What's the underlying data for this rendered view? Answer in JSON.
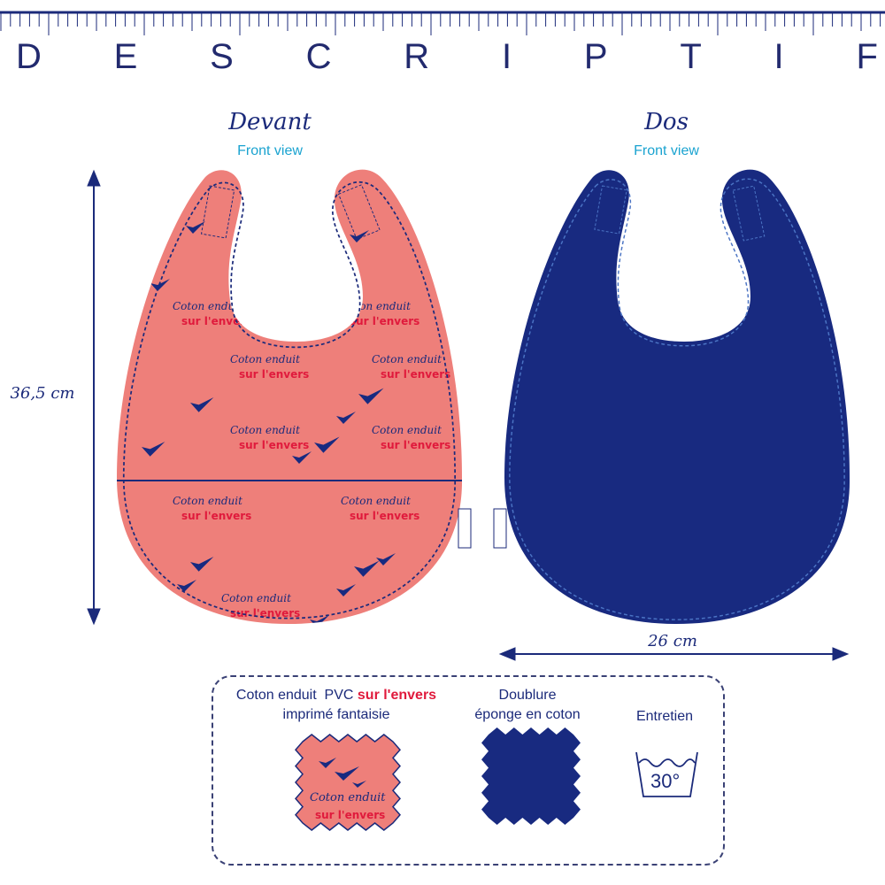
{
  "header": {
    "letters": [
      "D",
      "E",
      "S",
      "C",
      "R",
      "I",
      "P",
      "T",
      "I",
      "F"
    ]
  },
  "front": {
    "title": "Devant",
    "subtitle": "Front view"
  },
  "back": {
    "title": "Dos",
    "subtitle": "Front view"
  },
  "dimensions": {
    "height": "36,5 cm",
    "width": "26 cm"
  },
  "pattern": {
    "line1": "Coton enduit",
    "line2": "sur l'envers"
  },
  "legend": {
    "fabric_label_a": "Coton enduit  PVC ",
    "fabric_label_b": "sur l'envers",
    "fabric_label_c": "imprimé fantaisie",
    "lining_label_a": "Doublure",
    "lining_label_b": "éponge en coton",
    "care_label": "Entretien",
    "wash_temp": "30°"
  },
  "colors": {
    "navy": "#182a80",
    "coral": "#ee7f7a",
    "red": "#e01a3c",
    "cyan": "#1aa3d0"
  }
}
